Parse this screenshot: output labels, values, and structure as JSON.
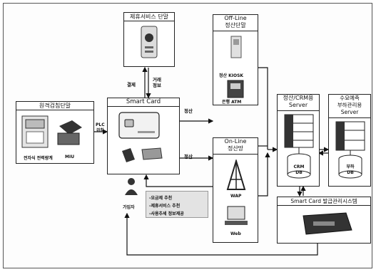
{
  "boxes": {
    "partner_terminal": {
      "title": "제휴서비스 단말"
    },
    "remote_meter_terminal": {
      "title": "원격검침단말",
      "meter_label": "전자식 전력량계",
      "miu_label": "MIU",
      "plc_label": "PLC\n검침"
    },
    "smart_card": {
      "title": "Smart Card"
    },
    "offline": {
      "title": "Off-Line\n정산단말",
      "kiosk_label": "정산 KIOSK",
      "atm_label": "은행 ATM"
    },
    "online": {
      "title": "On-Line\n정산망",
      "wap_label": "WAP",
      "web_label": "Web"
    },
    "billing_server": {
      "title": "정산/CRM용\nServer",
      "db_label": "CRM\nDB"
    },
    "load_server": {
      "title": "수요예측\n부하관리용\nServer",
      "db_label": "부하\nDB"
    },
    "issuance": {
      "title": "Smart Card 발급관리시스템"
    }
  },
  "edge_labels": {
    "payment": "결제",
    "transaction_info": "거래\n정보",
    "settle_offline": "정산",
    "settle_online": "정산"
  },
  "subscriber_label": "가입자",
  "services": [
    "-요금제 추천",
    "-제휴서비스 추천",
    "-사용추세 정보제공"
  ]
}
